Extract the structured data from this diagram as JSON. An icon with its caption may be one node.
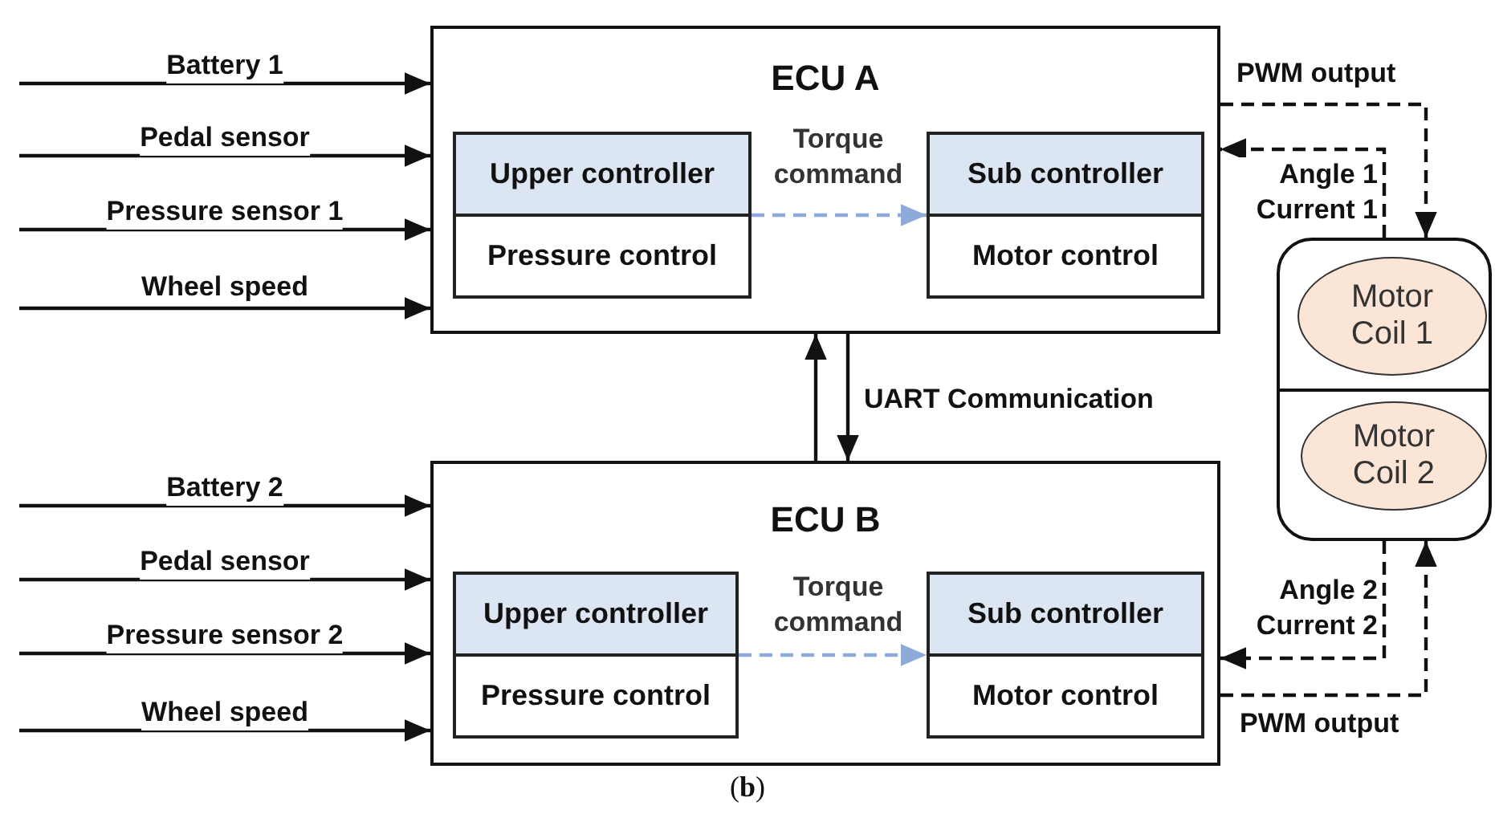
{
  "diagram": {
    "caption": "(**b**)",
    "nodes": [
      {
        "text": [
          "ECU A"
        ]
      },
      {
        "text": [
          "Upper controller",
          "Pressure control"
        ],
        "in": 0
      },
      {
        "text": [
          "Sub controller",
          "Motor control"
        ],
        "in": 0
      },
      {
        "text": [
          "ECU B"
        ]
      },
      {
        "text": [
          "Upper controller",
          "Pressure control"
        ],
        "in": 3
      },
      {
        "text": [
          "Sub controller",
          "Motor control"
        ],
        "in": 3
      },
      {
        "text": [],
        "shape": "box"
      },
      {
        "text": [
          "Motor Coil 1"
        ],
        "in": 6
      },
      {
        "text": [
          "Motor Coil 2"
        ],
        "in": 6
      }
    ],
    "edges": [
      {
        "from": null,
        "to": 0,
        "arrow": "to",
        "label": "Battery 1"
      },
      {
        "from": null,
        "to": 0,
        "arrow": "to",
        "label": "Pedal sensor"
      },
      {
        "from": null,
        "to": 0,
        "arrow": "to",
        "label": "Pressure sensor 1"
      },
      {
        "from": null,
        "to": 0,
        "arrow": "to",
        "label": "Wheel speed"
      },
      {
        "from": 1,
        "to": 2,
        "arrow": "to",
        "label": "Torque command",
        "style": "dashed",
        "color": "#8eaadb"
      },
      {
        "from": 3,
        "to": 0,
        "arrow": "to"
      },
      {
        "from": 0,
        "to": 3,
        "arrow": "to",
        "label": "UART Communication"
      },
      {
        "from": null,
        "to": 3,
        "arrow": "to",
        "label": "Battery 2"
      },
      {
        "from": null,
        "to": 3,
        "arrow": "to",
        "label": "Pedal sensor"
      },
      {
        "from": null,
        "to": 3,
        "arrow": "to",
        "label": "Pressure sensor 2"
      },
      {
        "from": null,
        "to": 3,
        "arrow": "to",
        "label": "Wheel speed"
      },
      {
        "from": 4,
        "to": 5,
        "arrow": "to",
        "label": "Torque command",
        "style": "dashed",
        "color": "#8eaadb"
      },
      {
        "from": 0,
        "to": 6,
        "arrow": "to",
        "label": "PWM output",
        "style": "dashed"
      },
      {
        "from": 6,
        "to": 0,
        "arrow": "to",
        "label": "Angle 1 Current 1",
        "style": "dashed"
      },
      {
        "from": 6,
        "to": 3,
        "arrow": "to",
        "label": "Angle 2 Current 2",
        "style": "dashed"
      },
      {
        "from": 3,
        "to": 6,
        "arrow": "to",
        "label": "PWM output",
        "style": "dashed"
      }
    ]
  }
}
